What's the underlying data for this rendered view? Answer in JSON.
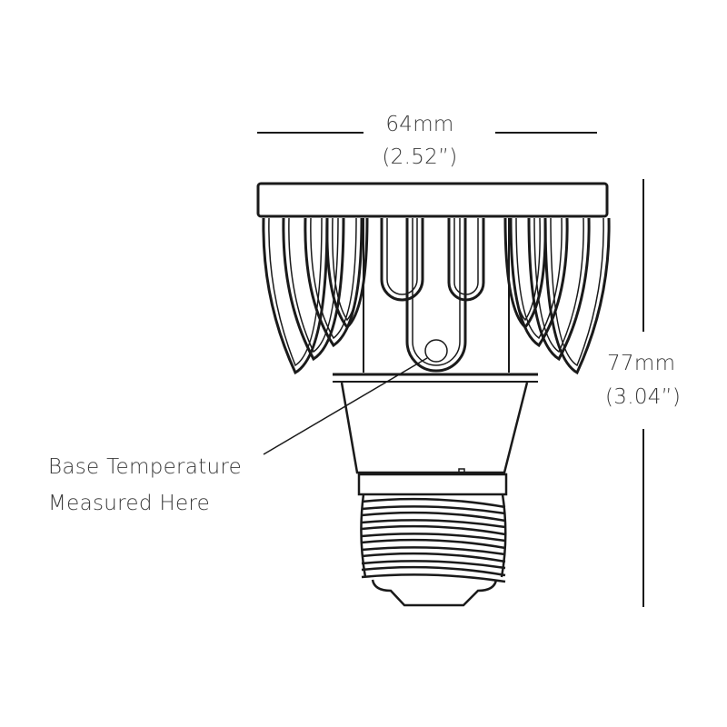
{
  "width_dimension": {
    "metric": "64mm",
    "imperial": "(2.52”)"
  },
  "height_dimension": {
    "metric": "77mm",
    "imperial": "(3.04”)"
  },
  "callout": {
    "line1": "Base Temperature",
    "line2": "Measured Here"
  },
  "colors": {
    "line": "#1a1a1a",
    "text": "#3a3a3a",
    "background": "#ffffff"
  }
}
